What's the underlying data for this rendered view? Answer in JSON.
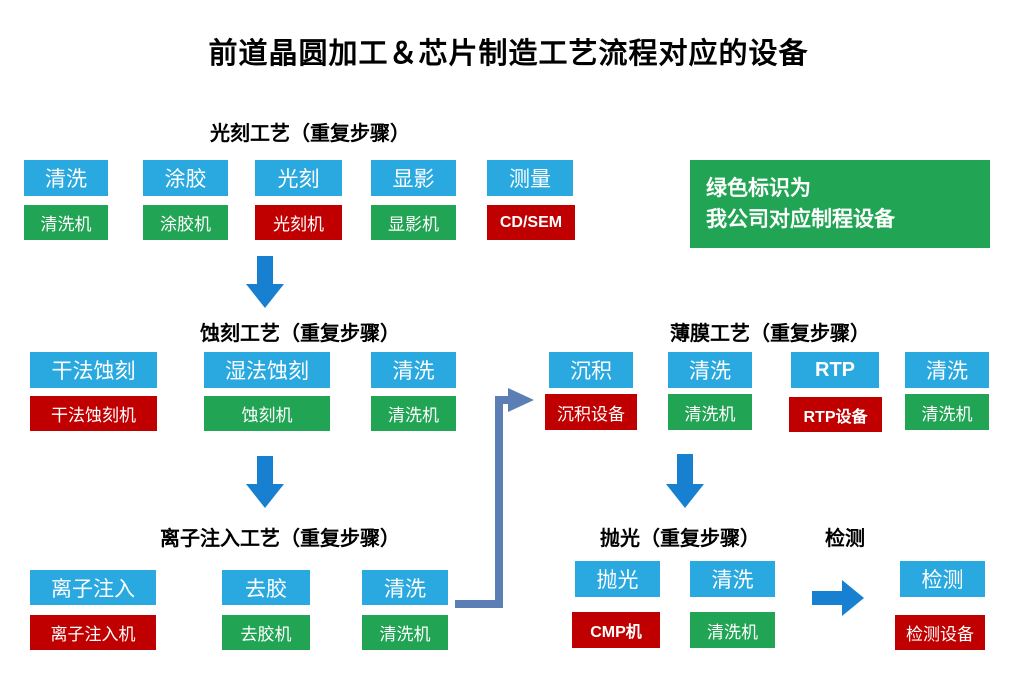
{
  "title": "前道晶圆加工＆芯片制造工艺流程对应的设备",
  "legend": {
    "line1": "绿色标识为",
    "line2": "我公司对应制程设备"
  },
  "colors": {
    "process_box": "#29a9e0",
    "company_equipment_box": "#21a453",
    "other_equipment_box": "#c00000",
    "flow_arrow": "#1780d1",
    "loop_connector": "#5b7fb5",
    "text_on_box": "#ffffff",
    "title_text": "#000000"
  },
  "sections": [
    {
      "title": "光刻工艺（重复步骤）",
      "steps": [
        {
          "process": "清洗",
          "equipment": "清洗机",
          "company": true
        },
        {
          "process": "涂胶",
          "equipment": "涂胶机",
          "company": true
        },
        {
          "process": "光刻",
          "equipment": "光刻机",
          "company": false
        },
        {
          "process": "显影",
          "equipment": "显影机",
          "company": true
        },
        {
          "process": "测量",
          "equipment": "CD/SEM",
          "company": false
        }
      ]
    },
    {
      "title": "蚀刻工艺（重复步骤）",
      "steps": [
        {
          "process": "干法蚀刻",
          "equipment": "干法蚀刻机",
          "company": false
        },
        {
          "process": "湿法蚀刻",
          "equipment": "蚀刻机",
          "company": true
        },
        {
          "process": "清洗",
          "equipment": "清洗机",
          "company": true
        }
      ]
    },
    {
      "title": "薄膜工艺（重复步骤）",
      "steps": [
        {
          "process": "沉积",
          "equipment": "沉积设备",
          "company": false
        },
        {
          "process": "清洗",
          "equipment": "清洗机",
          "company": true
        },
        {
          "process": "RTP",
          "equipment": "RTP设备",
          "company": false
        },
        {
          "process": "清洗",
          "equipment": "清洗机",
          "company": true
        }
      ]
    },
    {
      "title": "离子注入工艺（重复步骤）",
      "steps": [
        {
          "process": "离子注入",
          "equipment": "离子注入机",
          "company": false
        },
        {
          "process": "去胶",
          "equipment": "去胶机",
          "company": true
        },
        {
          "process": "清洗",
          "equipment": "清洗机",
          "company": true
        }
      ]
    },
    {
      "title": "抛光（重复步骤）",
      "steps": [
        {
          "process": "抛光",
          "equipment": "CMP机",
          "company": false
        },
        {
          "process": "清洗",
          "equipment": "清洗机",
          "company": true
        }
      ]
    },
    {
      "title": "检测",
      "steps": [
        {
          "process": "检测",
          "equipment": "检测设备",
          "company": false
        }
      ]
    }
  ]
}
